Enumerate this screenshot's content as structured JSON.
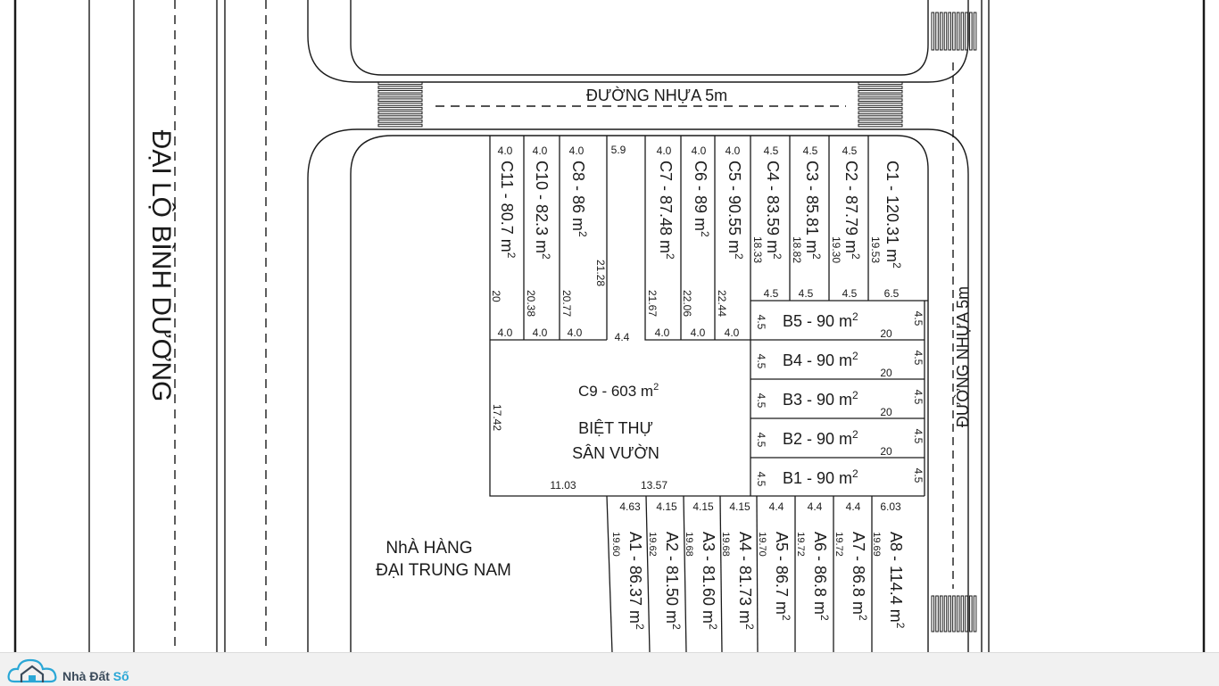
{
  "roads": {
    "boulevard": "ĐẠI LỘ BÌNH DƯƠNG",
    "top_road": "ĐƯỜNG NHỰA 5m",
    "right_road": "ĐƯỜNG NHỰA 5m"
  },
  "restaurant": {
    "line1": "NhÀ HÀNG",
    "line2": "ĐẠI TRUNG NAM"
  },
  "villa": {
    "label": "C9 - 603 m",
    "sup": "2",
    "line1": "BIỆT THỰ",
    "line2": "SÂN VƯỜN"
  },
  "c_lots": [
    {
      "label": "C11 - 80.7 m",
      "front": "4.0",
      "back": "4.0"
    },
    {
      "label": "C10 - 82.3 m",
      "front": "4.0",
      "back": "4.0"
    },
    {
      "label": "C8 - 86 m",
      "front": "4.0",
      "back": "4.0"
    },
    {
      "label": "C7 - 87.48 m",
      "front": "4.0",
      "back": "4.0"
    },
    {
      "label": "C6 - 89 m",
      "front": "4.0",
      "back": "4.0"
    },
    {
      "label": "C5 - 90.55 m",
      "front": "4.0",
      "back": "4.0"
    },
    {
      "label": "C4 - 83.59 m",
      "front": "4.5",
      "back": "4.5"
    },
    {
      "label": "C3 - 85.81 m",
      "front": "4.5",
      "back": "4.5"
    },
    {
      "label": "C2 - 87.79 m",
      "front": "4.5",
      "back": "4.5"
    },
    {
      "label": "C1 - 120.31 m",
      "front": "",
      "back": "6.5"
    }
  ],
  "c_depths": [
    "20",
    "20.38",
    "20.77",
    "21.28",
    "21.67",
    "22.06",
    "22.44",
    "18.33",
    "18.82",
    "19.30",
    "19.53"
  ],
  "gap_width": "5.9",
  "gap_bottom": "4.4",
  "b_lots": [
    {
      "label": "B5 - 90 m",
      "left": "4.5",
      "depth": "20",
      "right": "4.5"
    },
    {
      "label": "B4 - 90 m",
      "left": "4.5",
      "depth": "20",
      "right": "4.5"
    },
    {
      "label": "B3 - 90 m",
      "left": "4.5",
      "depth": "20",
      "right": "4.5"
    },
    {
      "label": "B2 - 90 m",
      "left": "4.5",
      "depth": "20",
      "right": "4.5"
    },
    {
      "label": "B1 - 90 m",
      "left": "4.5",
      "depth": "",
      "right": "4.5"
    }
  ],
  "c9_dims": {
    "left": "17.42",
    "bottom_a": "11.03",
    "bottom_b": "13.57"
  },
  "a_lots": [
    {
      "label": "A1 - 86.37 m",
      "front": "4.63",
      "depth": "19.60"
    },
    {
      "label": "A2 - 81.50 m",
      "front": "4.15",
      "depth": "19.62"
    },
    {
      "label": "A3 - 81.60 m",
      "front": "4.15",
      "depth": "19.68"
    },
    {
      "label": "A4 - 81.73 m",
      "front": "4.15",
      "depth": "19.68"
    },
    {
      "label": "A5 - 86.7 m",
      "front": "4.4",
      "depth": "19.70"
    },
    {
      "label": "A6 - 86.8 m",
      "front": "4.4",
      "depth": "19.72"
    },
    {
      "label": "A7 - 86.8 m",
      "front": "4.4",
      "depth": "19.72"
    },
    {
      "label": "A8 - 114.4 m",
      "front": "6.03",
      "depth": "19.69"
    }
  ],
  "unit_sup": "2",
  "brand": {
    "name_a": "Nhà Đất ",
    "name_b": "Số",
    "icon": "house-cloud-icon"
  },
  "colors": {
    "line": "#1a1a1a",
    "brand": "#2aa7d6",
    "footer_bg": "#f1f1f1"
  }
}
